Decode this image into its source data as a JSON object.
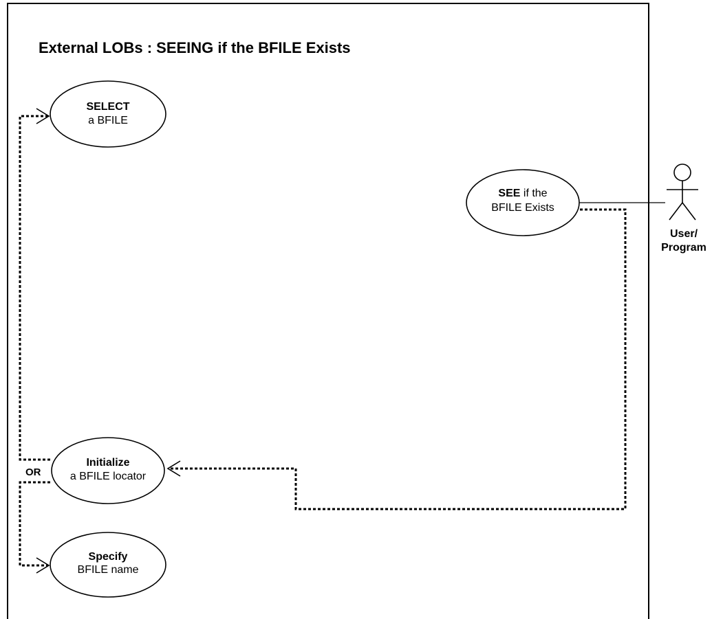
{
  "title": "External LOBs : SEEING if the BFILE Exists",
  "use_cases": {
    "select": {
      "bold": "SELECT",
      "rest": "a BFILE"
    },
    "see": {
      "bold": "SEE",
      "rest_line1": " if the",
      "line2": "BFILE Exists"
    },
    "initialize": {
      "bold": "Initialize",
      "rest": "a BFILE locator"
    },
    "specify": {
      "bold": "Specify",
      "rest": "BFILE name"
    }
  },
  "actor": {
    "line1": "User/",
    "line2": "Program"
  },
  "or_label": "OR",
  "colors": {
    "stroke": "#000000",
    "background": "#ffffff"
  }
}
